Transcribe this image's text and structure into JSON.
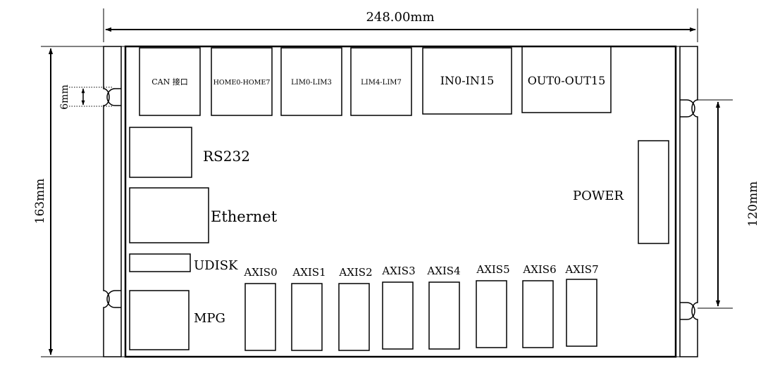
{
  "dimensions": {
    "width": "248.00mm",
    "height": "163mm",
    "hole_pitch": "120mm",
    "hole_size": "6mm"
  },
  "ports": {
    "can": "CAN 接口",
    "home": "HOME0-HOME7",
    "lim_a": "LIM0-LIM3",
    "lim_b": "LIM4-LIM7",
    "inputs": "IN0-IN15",
    "outputs": "OUT0-OUT15",
    "rs232": "RS232",
    "ethernet": "Ethernet",
    "udisk": "UDISK",
    "mpg": "MPG",
    "power": "POWER"
  },
  "axes": [
    "AXIS0",
    "AXIS1",
    "AXIS2",
    "AXIS3",
    "AXIS4",
    "AXIS5",
    "AXIS6",
    "AXIS7"
  ]
}
